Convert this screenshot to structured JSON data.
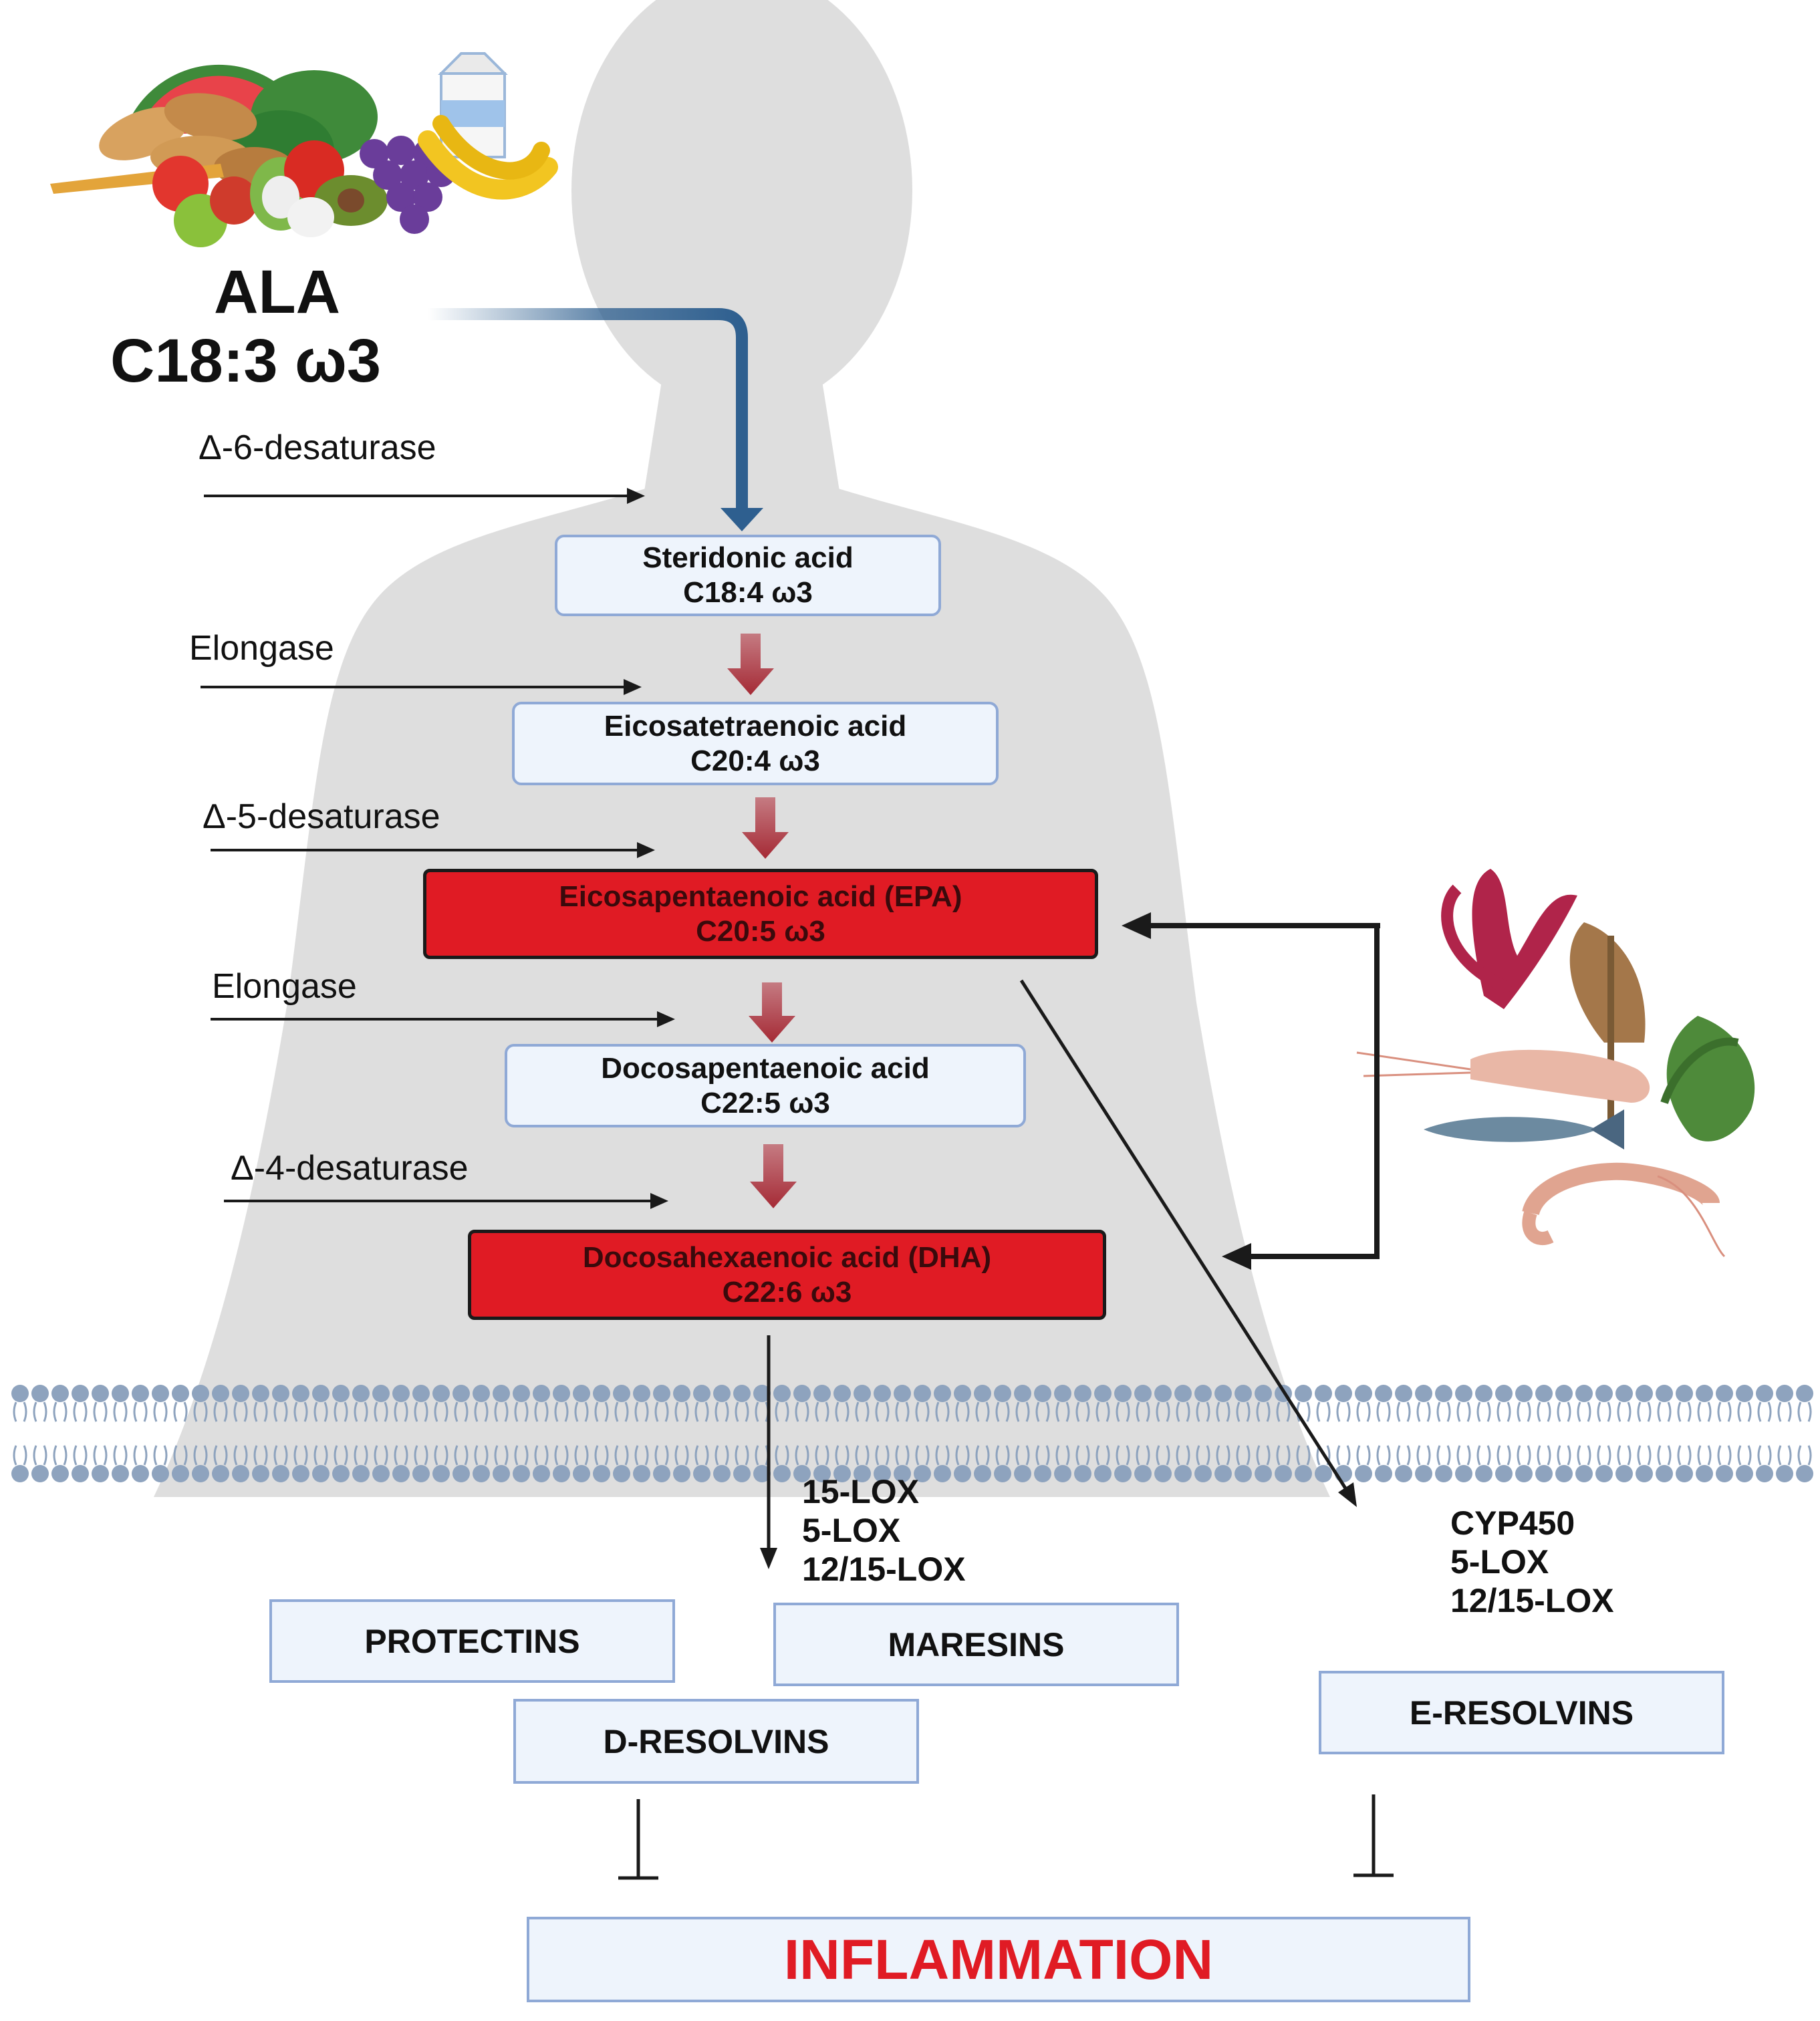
{
  "ala": {
    "name": "ALA",
    "formula": "C18:3 ω3"
  },
  "enzymes": {
    "d6": "Δ-6-desaturase",
    "elongase1": "Elongase",
    "d5": "Δ-5-desaturase",
    "elongase2": "Elongase",
    "d4": "Δ-4-desaturase"
  },
  "steps": {
    "sda": {
      "name": "Steridonic acid",
      "formula": "C18:4 ω3"
    },
    "eta": {
      "name": "Eicosatetraenoic acid",
      "formula": "C20:4 ω3"
    },
    "epa": {
      "name": "Eicosapentaenoic acid (EPA)",
      "formula": "C20:5 ω3"
    },
    "dpa": {
      "name": "Docosapentaenoic acid",
      "formula": "C22:5 ω3"
    },
    "dha": {
      "name": "Docosahexaenoic acid (DHA)",
      "formula": "C22:6 ω3"
    }
  },
  "dha_enzymes": [
    "15-LOX",
    "5-LOX",
    "12/15-LOX"
  ],
  "epa_enzymes": [
    "CYP450",
    "5-LOX",
    "12/15-LOX"
  ],
  "products": {
    "protectins": "PROTECTINS",
    "maresins": "MARESINS",
    "d_resolvins": "D-RESOLVINS",
    "e_resolvins": "E-RESOLVINS"
  },
  "inflammation": "INFLAMMATION",
  "colors": {
    "key_box": "#e01b24",
    "step_box": "#eef4fc",
    "box_border": "#8fa9d6",
    "step_arrow": "#a52a35",
    "ala_arrow": "#2e5f8f",
    "silhouette": "#dedede",
    "membrane": "#8ea3be"
  },
  "illustrations": {
    "plant_foods": "fruits-vegetables-nuts-milk",
    "marine_foods": "seaweed-krill-fish-shrimp",
    "background": "human-silhouette",
    "membrane": "lipid-bilayer"
  }
}
